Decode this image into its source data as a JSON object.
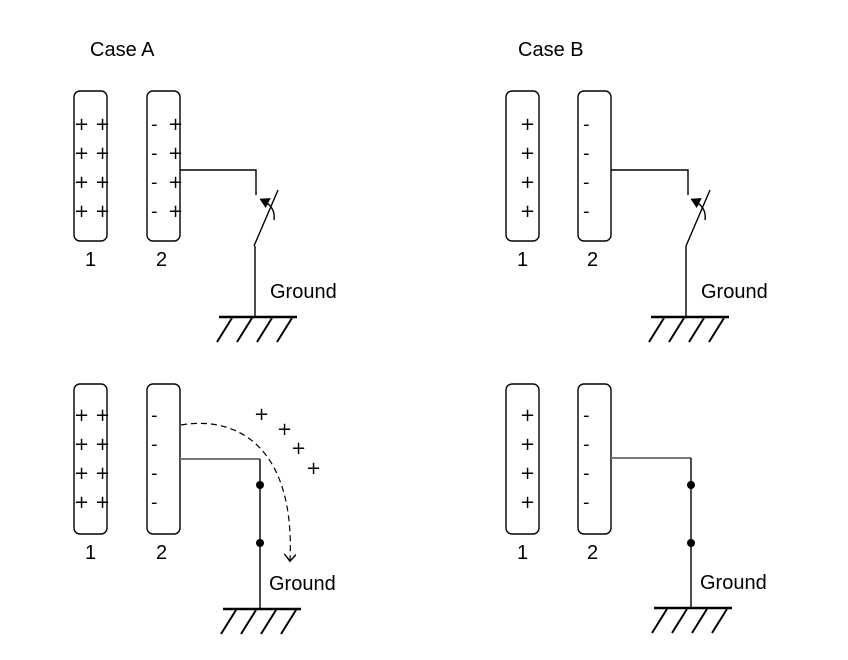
{
  "diagram": {
    "colors": {
      "ink": "#000000",
      "wire_closed": "#777777",
      "background": "#ffffff"
    },
    "cases": [
      {
        "id": "A",
        "title": "Case A",
        "panels": [
          {
            "state": "switch-open",
            "plate1": {
              "label": "1",
              "left_charges": [
                "+",
                "+",
                "+",
                "+"
              ],
              "right_charges": [
                "+",
                "+",
                "+",
                "+"
              ]
            },
            "plate2": {
              "label": "2",
              "left_charges": [
                "-",
                "-",
                "-",
                "-"
              ],
              "right_charges": [
                "+",
                "+",
                "+",
                "+"
              ]
            },
            "ground_label": "Ground",
            "switch_icon": "open-switch-with-closing-arrow"
          },
          {
            "state": "switch-closed",
            "plate1": {
              "label": "1",
              "left_charges": [
                "+",
                "+",
                "+",
                "+"
              ],
              "right_charges": [
                "+",
                "+",
                "+",
                "+"
              ]
            },
            "plate2": {
              "label": "2",
              "left_charges": [
                "-",
                "-",
                "-",
                "-"
              ],
              "right_charges": []
            },
            "ground_label": "Ground",
            "flowing_charges": [
              "+",
              "+",
              "+",
              "+"
            ],
            "flow_arrow": "dashed-arrow-to-ground"
          }
        ]
      },
      {
        "id": "B",
        "title": "Case B",
        "panels": [
          {
            "state": "switch-open",
            "plate1": {
              "label": "1",
              "left_charges": [],
              "right_charges": [
                "+",
                "+",
                "+",
                "+"
              ]
            },
            "plate2": {
              "label": "2",
              "left_charges": [
                "-",
                "-",
                "-",
                "-"
              ],
              "right_charges": []
            },
            "ground_label": "Ground",
            "switch_icon": "open-switch-with-closing-arrow"
          },
          {
            "state": "switch-closed",
            "plate1": {
              "label": "1",
              "left_charges": [],
              "right_charges": [
                "+",
                "+",
                "+",
                "+"
              ]
            },
            "plate2": {
              "label": "2",
              "left_charges": [
                "-",
                "-",
                "-",
                "-"
              ],
              "right_charges": []
            },
            "ground_label": "Ground"
          }
        ]
      }
    ]
  }
}
